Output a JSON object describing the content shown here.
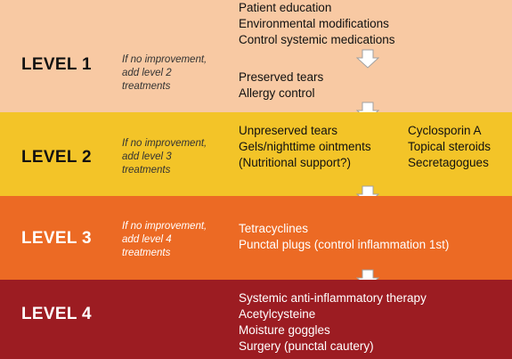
{
  "levels": [
    {
      "label": "LEVEL 1",
      "note": "If no improvement, add level 2 treatments",
      "group_a": [
        "Patient education",
        "Environmental modifications",
        "Control systemic medications"
      ],
      "group_b": [
        "Preserved tears",
        "Allergy control"
      ]
    },
    {
      "label": "LEVEL 2",
      "note": "If no improvement, add level 3 treatments",
      "left": [
        "Unpreserved tears",
        "Gels/nighttime ointments",
        "(Nutritional support?)"
      ],
      "right": [
        "Cyclosporin A",
        "Topical steroids",
        "Secretagogues"
      ]
    },
    {
      "label": "LEVEL 3",
      "note": "If no improvement, add level 4 treatments",
      "items": [
        "Tetracyclines",
        "Punctal plugs (control inflammation 1st)"
      ]
    },
    {
      "label": "LEVEL 4",
      "items": [
        "Systemic anti-inflammatory therapy",
        "Acetylcysteine",
        "Moisture goggles",
        "Surgery (punctal cautery)"
      ]
    }
  ],
  "colors": {
    "level1": "#f8c9a3",
    "level2": "#f3c428",
    "level3": "#ec6a24",
    "level4": "#9c1c22",
    "arrow": "#ffffff"
  },
  "icons": {
    "arrow": "down-arrow-icon"
  }
}
